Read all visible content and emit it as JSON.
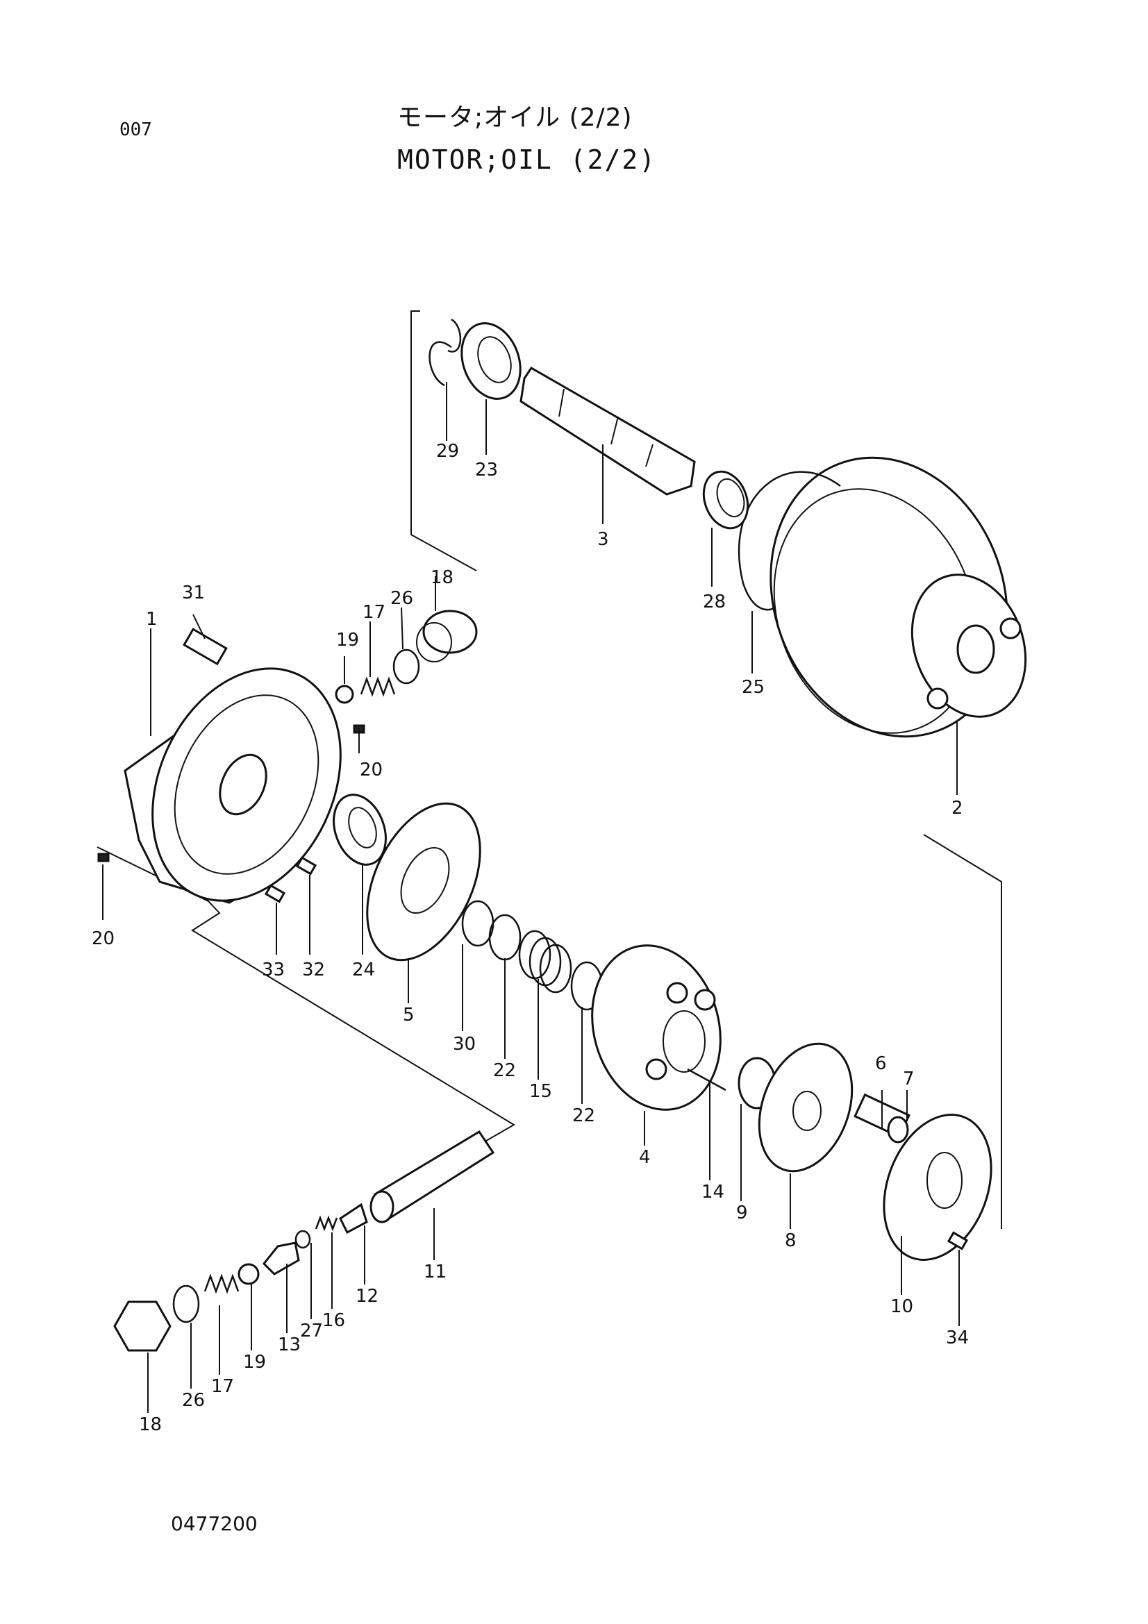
{
  "header": {
    "page_code": "007",
    "title_jp": "モータ;オイル (2/2)",
    "title_en": "MOTOR;OIL (2/2)"
  },
  "footer": {
    "document_number": "0477200"
  },
  "callouts": [
    "1",
    "2",
    "3",
    "4",
    "5",
    "6",
    "7",
    "8",
    "9",
    "10",
    "11",
    "12",
    "13",
    "14",
    "15",
    "16",
    "17",
    "17",
    "18",
    "18",
    "19",
    "19",
    "20",
    "20",
    "22",
    "22",
    "23",
    "24",
    "25",
    "26",
    "26",
    "27",
    "28",
    "29",
    "30",
    "31",
    "32",
    "33",
    "34"
  ]
}
